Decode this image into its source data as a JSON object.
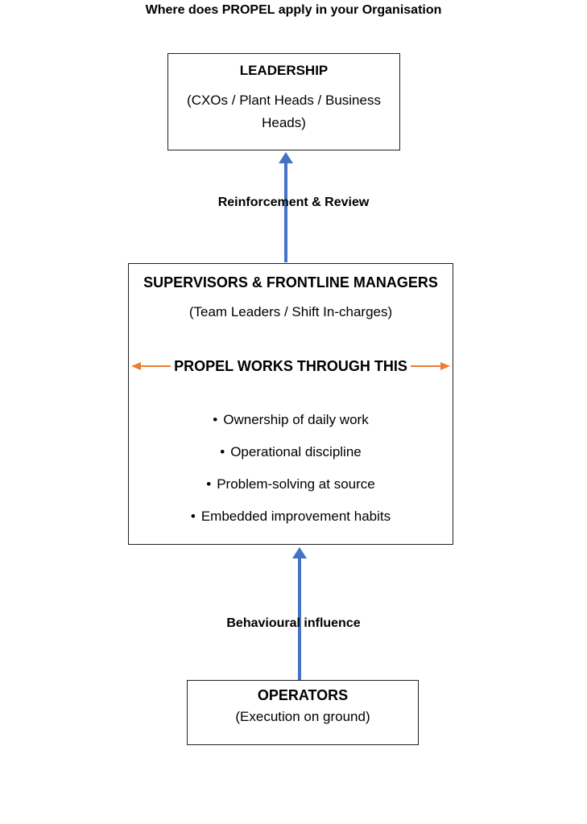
{
  "title": "Where does PROPEL apply in your Organisation",
  "colors": {
    "arrow_blue": "#4472C4",
    "arrow_orange": "#ED7D31",
    "text": "#000000",
    "box_border": "#1f1f1f",
    "box_fill": "#ffffff"
  },
  "leadership": {
    "heading": "LEADERSHIP",
    "subheading": "(CXOs / Plant Heads / Business Heads)"
  },
  "reinforcement_arrow": {
    "label": "Reinforcement & Review",
    "direction": "up"
  },
  "supervisors": {
    "heading": "SUPERVISORS & FRONTLINE MANAGERS",
    "subheading": "(Team Leaders / Shift In-charges)",
    "highlight": "PROPEL WORKS THROUGH THIS",
    "bullet_glyph": "•",
    "bullets": [
      "Ownership of daily work",
      "Operational discipline",
      "Problem-solving at source",
      "Embedded improvement habits"
    ]
  },
  "behavioural_arrow": {
    "label": "Behavioural influence",
    "direction": "up"
  },
  "operators": {
    "heading": "OPERATORS",
    "subheading": "(Execution on ground)"
  }
}
